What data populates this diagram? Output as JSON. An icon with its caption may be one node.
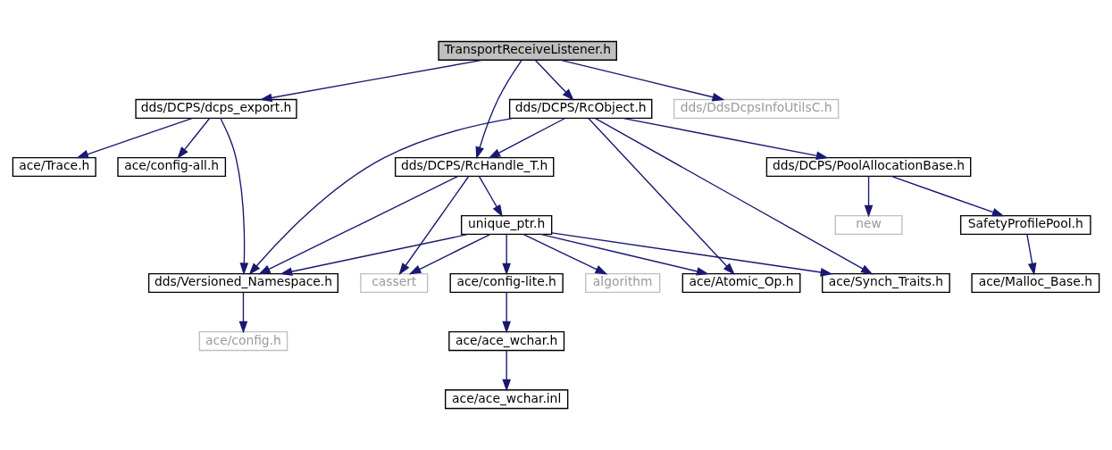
{
  "diagram": {
    "nodes": [
      {
        "text": [
          "TransportReceiveListener.h"
        ]
      },
      {
        "text": [
          "dds/DCPS/dcps_export.h"
        ]
      },
      {
        "text": [
          "dds/DCPS/RcObject.h"
        ]
      },
      {
        "text": [
          "dds/DdsDcpsInfoUtilsC.h"
        ]
      },
      {
        "text": [
          "ace/Trace.h"
        ]
      },
      {
        "text": [
          "ace/config-all.h"
        ]
      },
      {
        "text": [
          "dds/DCPS/RcHandle_T.h"
        ]
      },
      {
        "text": [
          "dds/DCPS/PoolAllocationBase.h"
        ]
      },
      {
        "text": [
          "unique_ptr.h"
        ]
      },
      {
        "text": [
          "new"
        ]
      },
      {
        "text": [
          "SafetyProfilePool.h"
        ]
      },
      {
        "text": [
          "dds/Versioned_Namespace.h"
        ]
      },
      {
        "text": [
          "cassert"
        ]
      },
      {
        "text": [
          "ace/config-lite.h"
        ]
      },
      {
        "text": [
          "algorithm"
        ]
      },
      {
        "text": [
          "ace/Atomic_Op.h"
        ]
      },
      {
        "text": [
          "ace/Synch_Traits.h"
        ]
      },
      {
        "text": [
          "ace/Malloc_Base.h"
        ]
      },
      {
        "text": [
          "ace/config.h"
        ]
      },
      {
        "text": [
          "ace/ace_wchar.h"
        ]
      },
      {
        "text": [
          "ace/ace_wchar.inl"
        ]
      }
    ],
    "edges": [
      {
        "from": 0,
        "to": 1,
        "arrow": "to"
      },
      {
        "from": 0,
        "to": 6,
        "arrow": "to"
      },
      {
        "from": 0,
        "to": 2,
        "arrow": "to"
      },
      {
        "from": 0,
        "to": 3,
        "arrow": "to"
      },
      {
        "from": 1,
        "to": 4,
        "arrow": "to"
      },
      {
        "from": 1,
        "to": 5,
        "arrow": "to"
      },
      {
        "from": 1,
        "to": 11,
        "arrow": "to"
      },
      {
        "from": 2,
        "to": 6,
        "arrow": "to"
      },
      {
        "from": 2,
        "to": 11,
        "arrow": "to"
      },
      {
        "from": 2,
        "to": 15,
        "arrow": "to"
      },
      {
        "from": 2,
        "to": 16,
        "arrow": "to"
      },
      {
        "from": 2,
        "to": 7,
        "arrow": "to"
      },
      {
        "from": 6,
        "to": 11,
        "arrow": "to"
      },
      {
        "from": 6,
        "to": 12,
        "arrow": "to"
      },
      {
        "from": 6,
        "to": 8,
        "arrow": "to"
      },
      {
        "from": 8,
        "to": 11,
        "arrow": "to"
      },
      {
        "from": 8,
        "to": 12,
        "arrow": "to"
      },
      {
        "from": 8,
        "to": 13,
        "arrow": "to"
      },
      {
        "from": 8,
        "to": 14,
        "arrow": "to"
      },
      {
        "from": 8,
        "to": 15,
        "arrow": "to"
      },
      {
        "from": 8,
        "to": 16,
        "arrow": "to"
      },
      {
        "from": 7,
        "to": 9,
        "arrow": "to"
      },
      {
        "from": 7,
        "to": 10,
        "arrow": "to"
      },
      {
        "from": 10,
        "to": 17,
        "arrow": "to"
      },
      {
        "from": 11,
        "to": 18,
        "arrow": "to"
      },
      {
        "from": 13,
        "to": 19,
        "arrow": "to"
      },
      {
        "from": 19,
        "to": 20,
        "arrow": "to"
      }
    ]
  }
}
